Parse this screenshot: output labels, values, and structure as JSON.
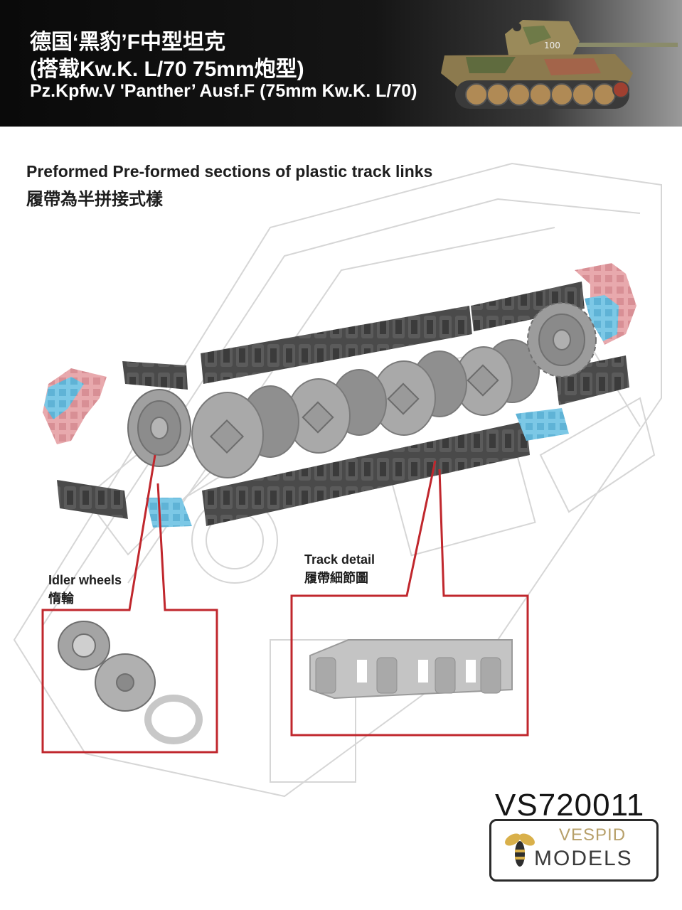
{
  "header": {
    "title_cn": "德国‘黑豹’F中型坦克",
    "title_cn_sub": "(搭载Kw.K. L/70 75mm炮型)",
    "title_en": "Pz.Kpfw.V  'Panther’ Ausf.F (75mm  Kw.K. L/70)"
  },
  "feature": {
    "title_en": "Preformed Pre-formed sections of plastic track links",
    "title_cn": "履帶為半拼接式樣"
  },
  "callouts": {
    "idler_en": "Idler wheels",
    "idler_cn": "惰輪",
    "track_en": "Track detail",
    "track_cn": "履帶細節圖"
  },
  "product": {
    "code": "VS720011",
    "brand_top": "VESPID",
    "brand_bottom": "MODELS"
  },
  "colors": {
    "callout_frame": "#c0272d",
    "plastic_grey": "#9e9e9e",
    "track_dark": "#4a4a4a",
    "link_pink": "#e8a9ad",
    "link_blue": "#7cc8e6",
    "brand_gold": "#b7a06a"
  },
  "icons": [
    "tank-icon",
    "bee-logo-icon"
  ]
}
